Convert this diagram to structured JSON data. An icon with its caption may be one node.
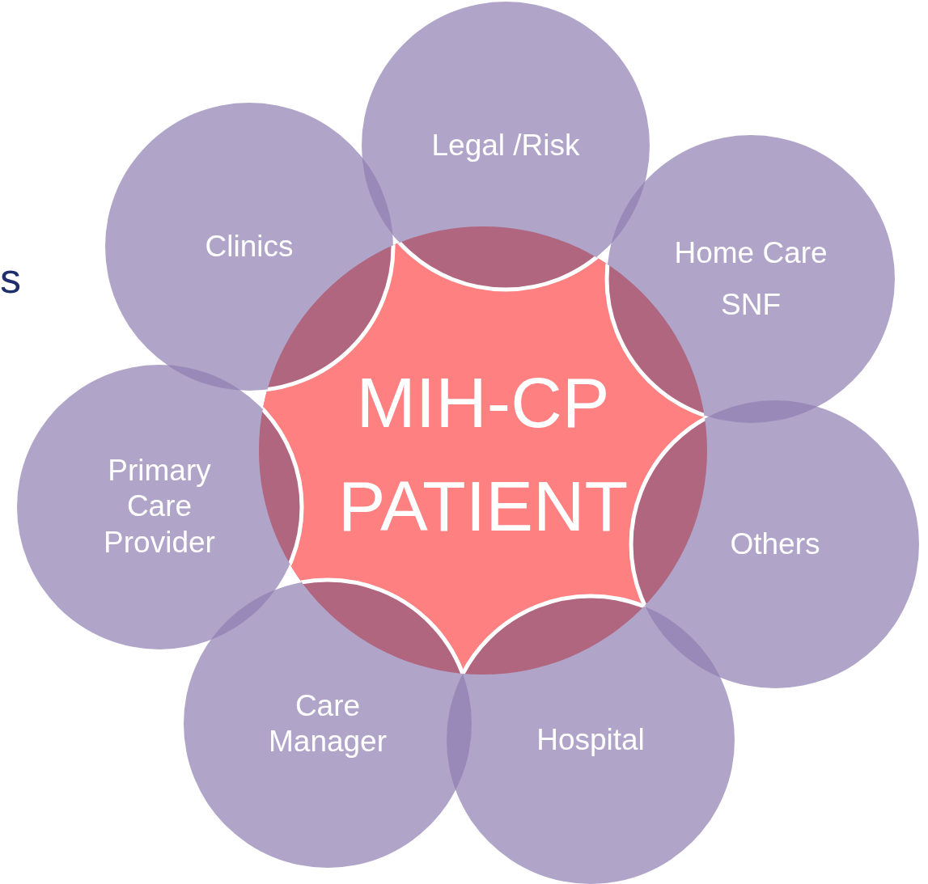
{
  "diagram": {
    "nodes": [
      {
        "text": [
          "MIH-CP PATIENT"
        ]
      },
      {
        "text": [
          "Legal /Risk"
        ]
      },
      {
        "text": [
          "Clinics"
        ]
      },
      {
        "text": [
          "Home Care",
          "SNF"
        ]
      },
      {
        "text": [
          "Primary Care Provider"
        ]
      },
      {
        "text": [
          "Others"
        ]
      },
      {
        "text": [
          "Care Manager"
        ]
      },
      {
        "text": [
          "Hospital"
        ]
      }
    ],
    "labels": [
      "s"
    ]
  }
}
